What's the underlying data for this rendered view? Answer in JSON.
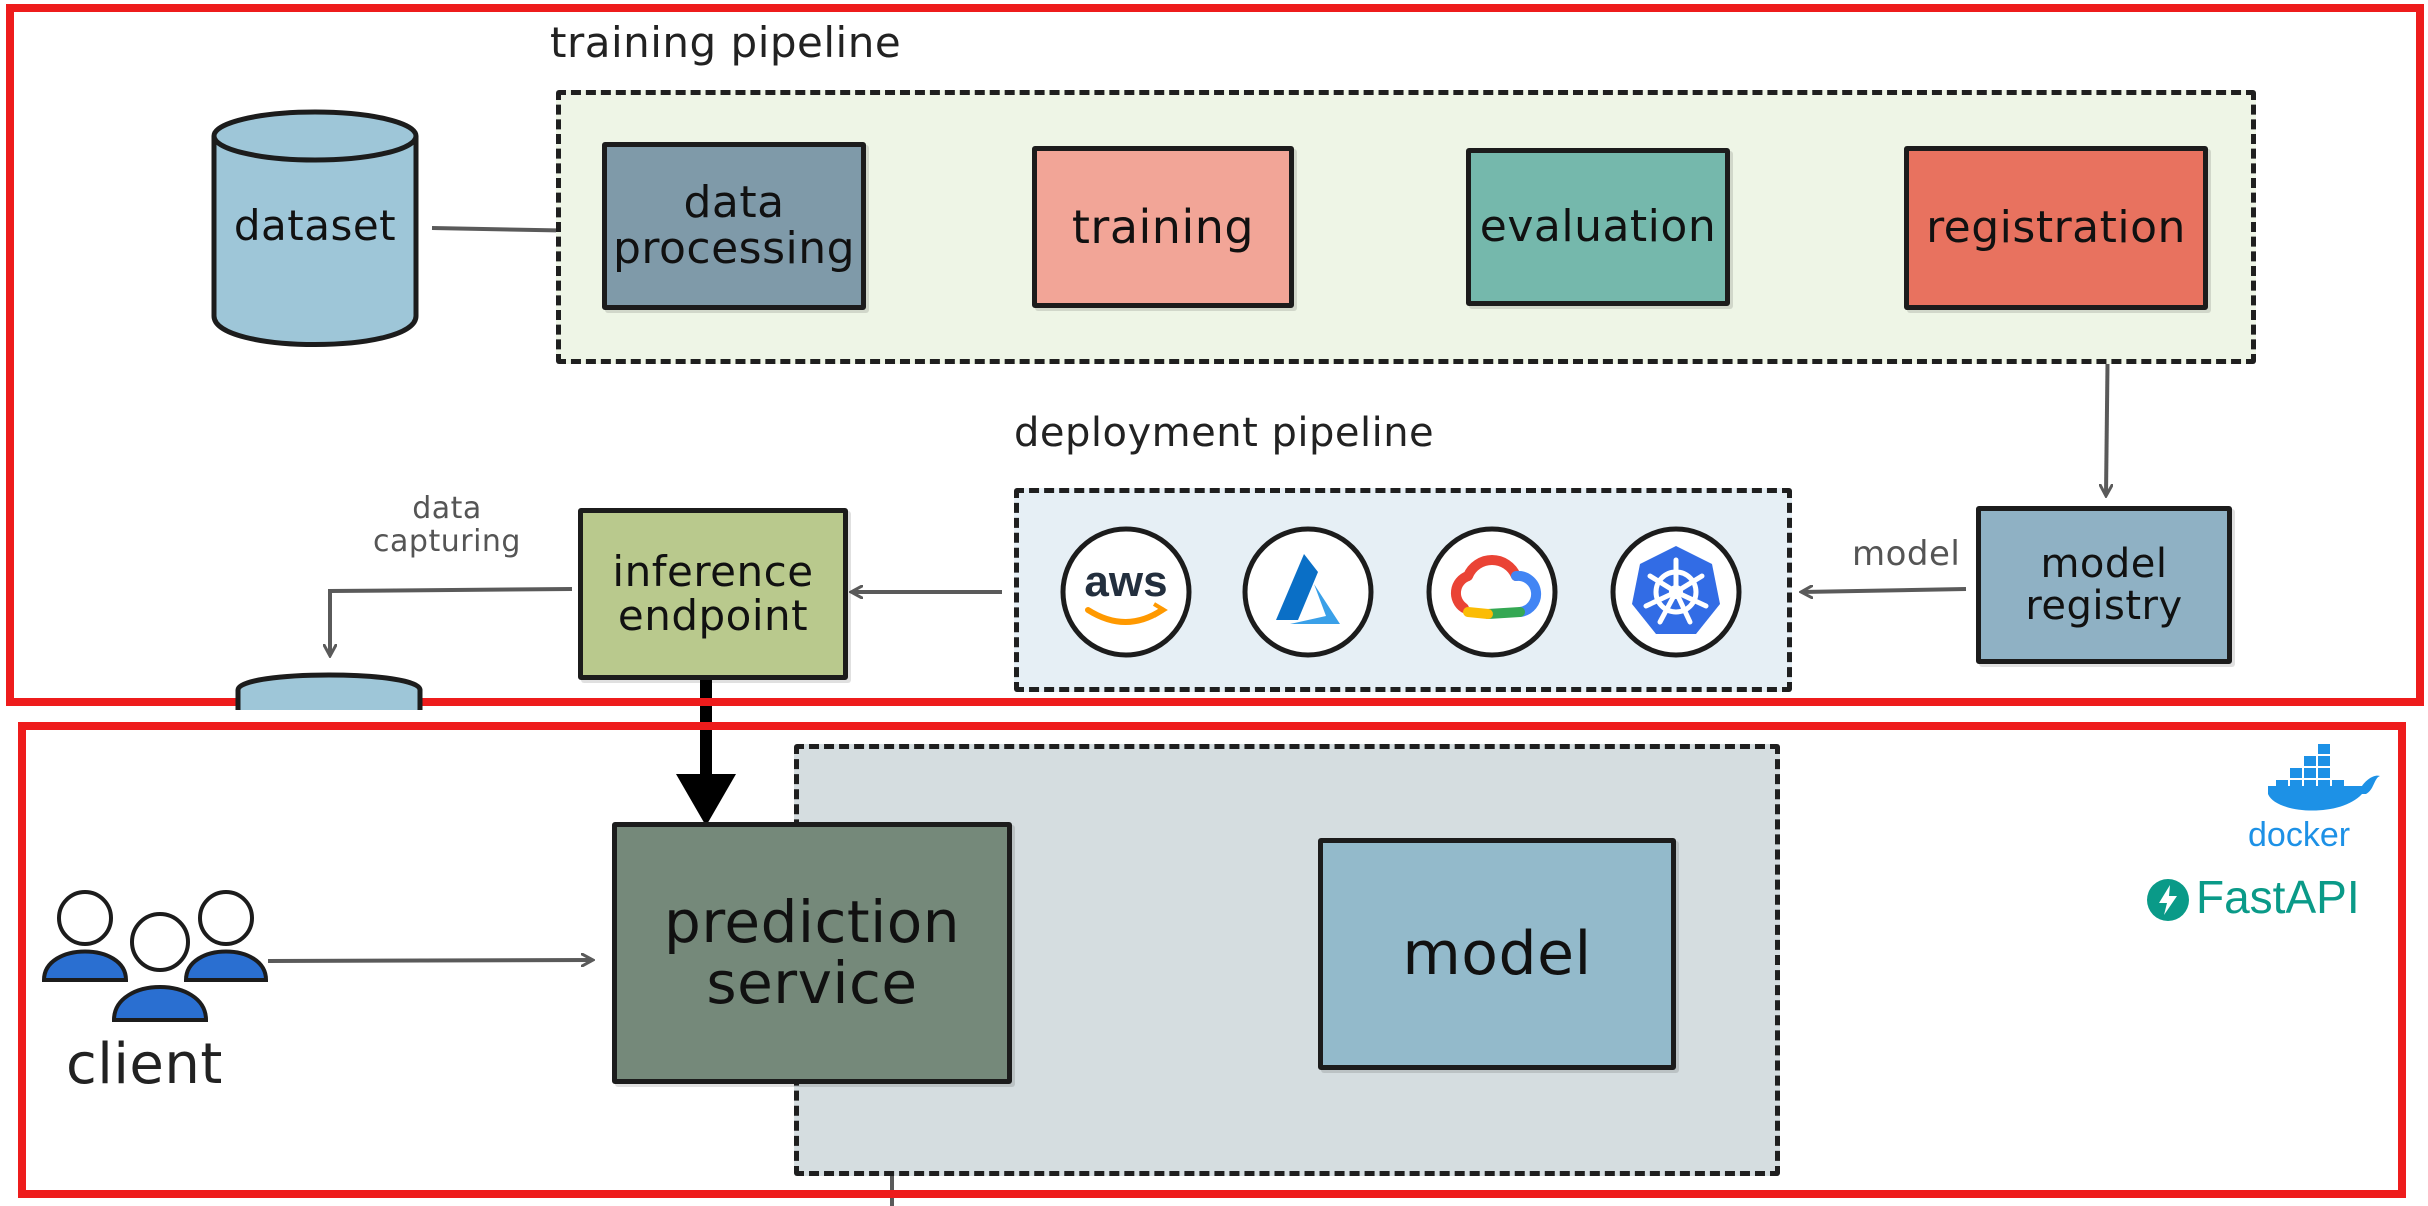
{
  "training_pipeline": {
    "title": "training pipeline",
    "dataset_label": "dataset",
    "steps": [
      {
        "label": "data processing",
        "color": "#7f9aa9"
      },
      {
        "label": "training",
        "color": "#f2a597"
      },
      {
        "label": "evaluation",
        "color": "#75b8ac"
      },
      {
        "label": "registration",
        "color": "#e8725f"
      }
    ]
  },
  "deployment_pipeline": {
    "title": "deployment pipeline",
    "providers": [
      {
        "name": "aws",
        "icon": "aws-logo-icon"
      },
      {
        "name": "azure",
        "icon": "azure-logo-icon"
      },
      {
        "name": "google cloud",
        "icon": "google-cloud-logo-icon"
      },
      {
        "name": "kubernetes",
        "icon": "kubernetes-logo-icon"
      }
    ],
    "model_arrow_label": "model",
    "model_registry_label": "model registry",
    "inference_endpoint_label": "inference endpoint",
    "data_capturing_label": "data capturing"
  },
  "serving": {
    "client_label": "client",
    "prediction_service_label": "prediction service",
    "model_label": "model",
    "docker_label": "docker",
    "fastapi_label": "FastAPI"
  },
  "colors": {
    "highlight_frame": "#ee1c1c",
    "training_bg": "#eef5e6",
    "deployment_bg": "#e6eff5",
    "serving_bg": "#d5dde0",
    "dataset": "#9ec6d8",
    "model_registry": "#8fb1c4",
    "inference_endpoint": "#b9c98d",
    "prediction_service": "#75897a",
    "model": "#93bacb",
    "docker": "#1d91e6",
    "fastapi": "#0a9a88",
    "client_blue": "#2a6fd1"
  }
}
